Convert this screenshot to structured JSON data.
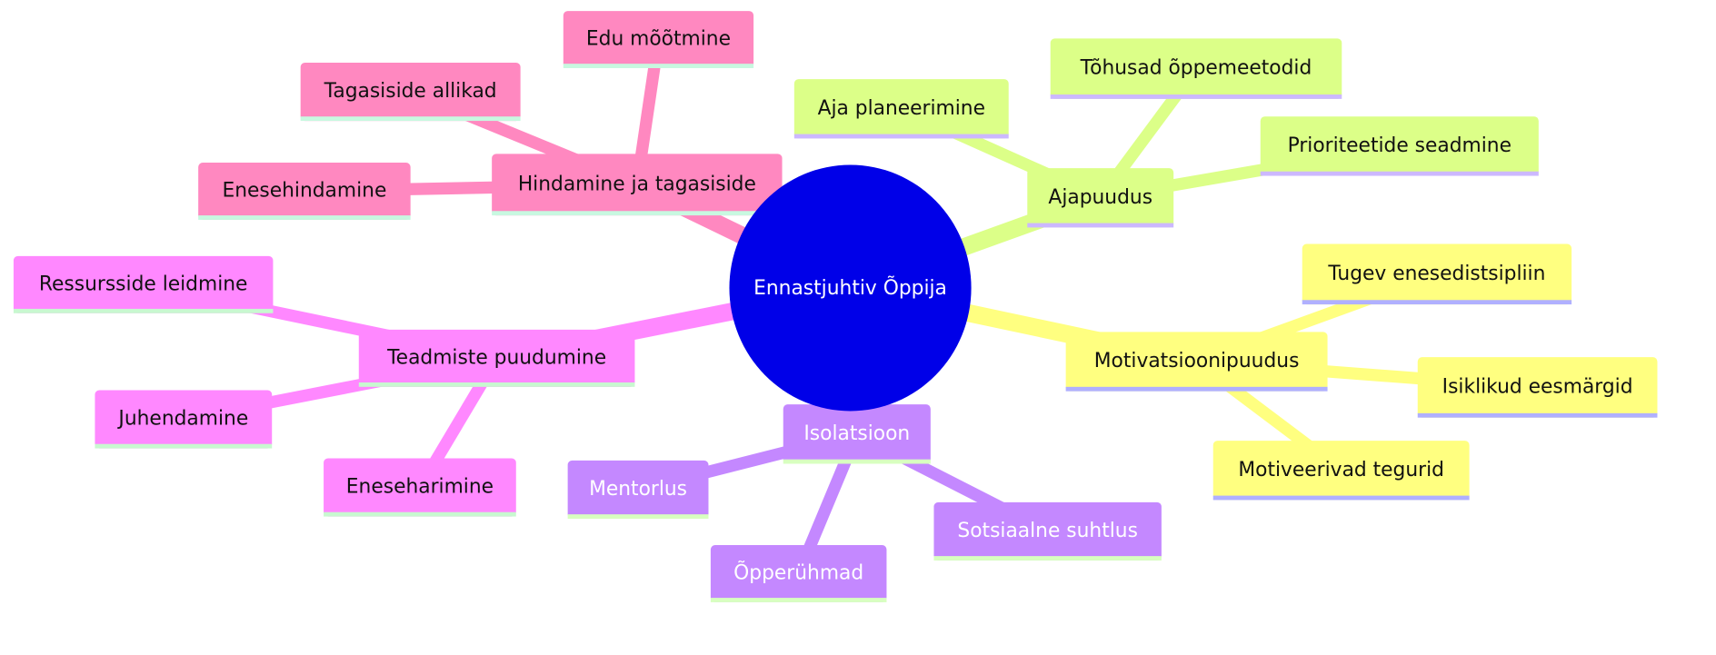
{
  "center": {
    "label": "Ennastjuhtiv Õppija",
    "color": "#0000e8",
    "text_color": "#ffffff"
  },
  "branches": [
    {
      "label": "Hindamine ja tagasiside",
      "color": "#ff88c0",
      "underline": "#c8f8e0",
      "text_color": "#111111",
      "children": [
        "Edu mõõtmine",
        "Tagasiside allikad",
        "Enesehindamine"
      ]
    },
    {
      "label": "Teadmiste puudumine",
      "color": "#ff88ff",
      "underline": "#c8f8d0",
      "text_color": "#111111",
      "children": [
        "Ressursside leidmine",
        "Juhendamine",
        "Eneseharimine"
      ]
    },
    {
      "label": "Isolatsioon",
      "color": "#c488ff",
      "underline": "#d8ffc0",
      "text_color": "#ffffff",
      "children": [
        "Mentorlus",
        "Õpperühmad",
        "Sotsiaalne suhtlus"
      ]
    },
    {
      "label": "Ajapuudus",
      "color": "#dcff88",
      "underline": "#ccb8ff",
      "text_color": "#111111",
      "children": [
        "Aja planeerimine",
        "Tõhusad õppemeetodid",
        "Prioriteetide seadmine"
      ]
    },
    {
      "label": "Motivatsioonipuudus",
      "color": "#ffff80",
      "underline": "#b0b0ff",
      "text_color": "#111111",
      "children": [
        "Tugev enesedistsipliin",
        "Isiklikud eesmärgid",
        "Motiveerivad tegurid"
      ]
    }
  ]
}
